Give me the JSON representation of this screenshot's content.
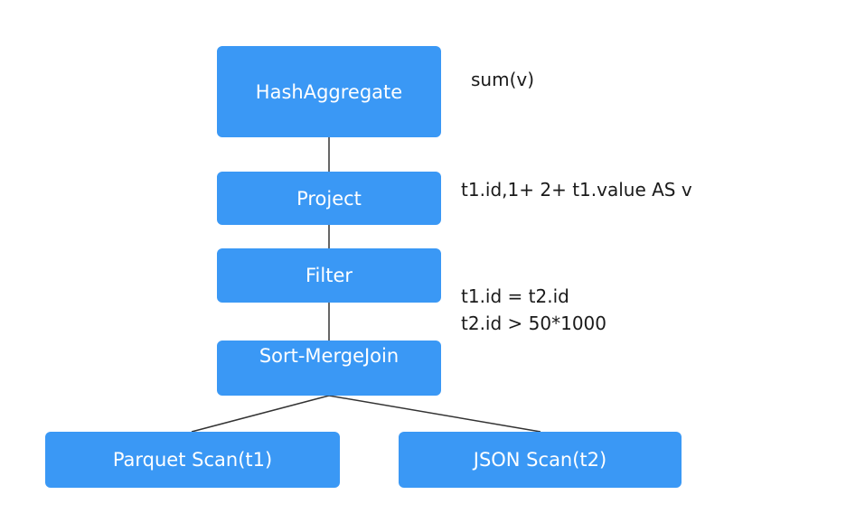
{
  "nodes": {
    "hash_aggregate": "HashAggregate",
    "project": "Project",
    "filter": "Filter",
    "sort_merge_join": "Sort-MergeJoin",
    "parquet_scan": "Parquet Scan(t1)",
    "json_scan": "JSON Scan(t2)"
  },
  "annotations": {
    "hash_aggregate": "sum(v)",
    "project": "t1.id,1+ 2+ t1.value AS v",
    "filter_line1": "t1.id = t2.id",
    "filter_line2": "t2.id > 50*1000"
  },
  "colors": {
    "node_fill": "#3a98f5",
    "node_text": "#ffffff",
    "edge": "#333333",
    "annotation_text": "#1a1a1a"
  }
}
